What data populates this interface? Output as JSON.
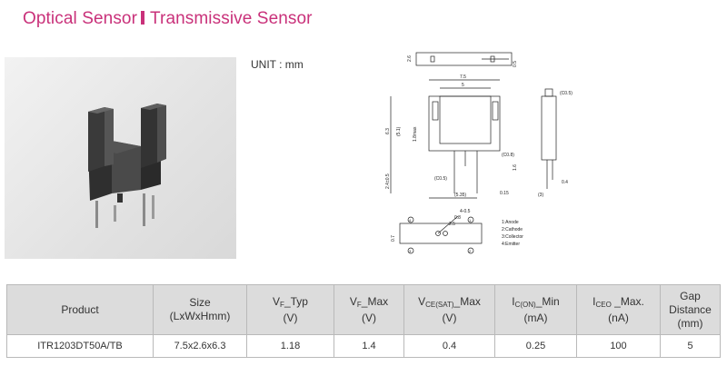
{
  "title": {
    "part1": "Optical Sensor",
    "part2": "Transmissive Sensor"
  },
  "unit_label": "UNIT : mm",
  "drawing": {
    "dims": [
      "2.6",
      "0.5",
      "7.5",
      "5",
      "(C0.5)",
      "6.3",
      "(5.1)",
      "1.8max",
      "(C0.8)",
      "1.6",
      "2.4±0.5",
      "(C0.5)",
      "0.15",
      "(5.35)",
      "(3)",
      "0.4",
      "0.7",
      "2.5",
      "0.8",
      "4-0.5"
    ],
    "pins": [
      "1:Anode",
      "2:Cathode",
      "3:Collector",
      "4:Emitter"
    ],
    "pin_numbers": [
      "4",
      "1",
      "3",
      "2"
    ]
  },
  "table": {
    "headers": [
      {
        "main": "Product"
      },
      {
        "main": "Size",
        "line2": "(LxWxHmm)"
      },
      {
        "pre": "V",
        "sub": "F",
        "post": "_Typ",
        "line2": "(V)"
      },
      {
        "pre": "V",
        "sub": "F",
        "post": "_Max",
        "line2": "(V)"
      },
      {
        "pre": "V",
        "sub": "CE(SAT)",
        "post": "_Max",
        "line2": "(V)"
      },
      {
        "pre": "I",
        "sub": "C(ON)",
        "post": "_Min",
        "line2": "(mA)"
      },
      {
        "pre": "I",
        "sub": "CEO",
        "post": " _Max.",
        "line2": "(nA)"
      },
      {
        "main": "Gap",
        "line2": "Distance",
        "line3": "(mm)"
      }
    ],
    "rows": [
      [
        "ITR1203DT50A/TB",
        "7.5x2.6x6.3",
        "1.18",
        "1.4",
        "0.4",
        "0.25",
        "100",
        "5"
      ]
    ]
  }
}
